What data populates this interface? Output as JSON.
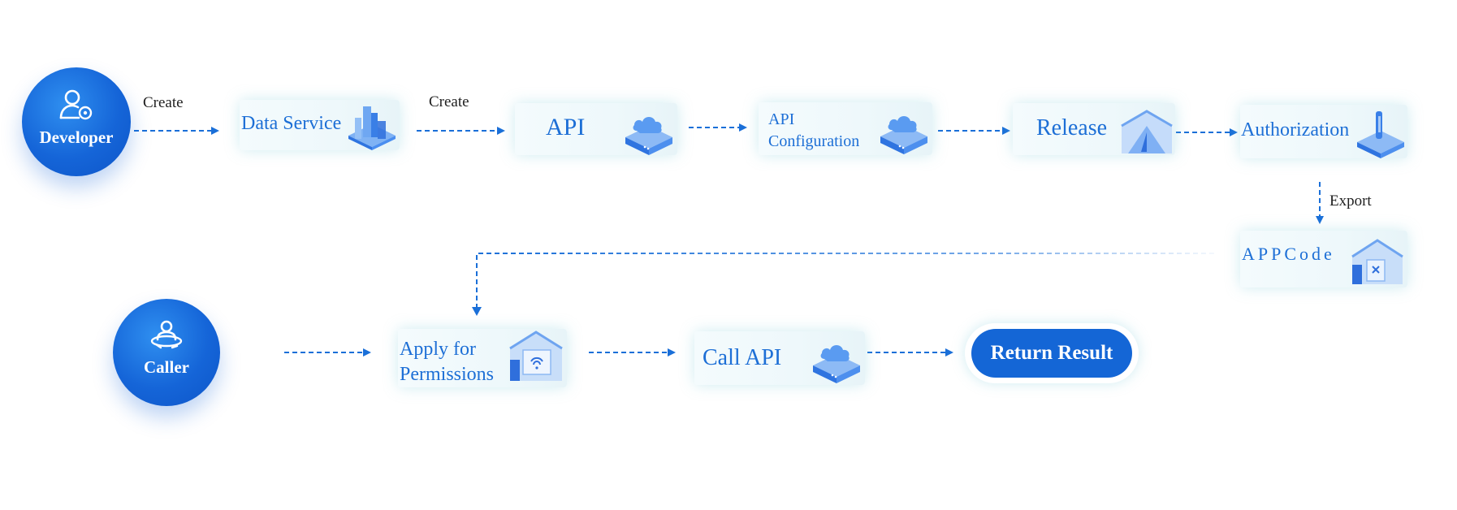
{
  "roles": {
    "developer": {
      "label": "Developer",
      "icon": "user-settings-icon"
    },
    "caller": {
      "label": "Caller",
      "icon": "user-orbit-icon"
    }
  },
  "nodes": {
    "data_service": {
      "label": "Data Service",
      "icon": "database-cube-icon"
    },
    "api": {
      "label": "API",
      "icon": "cloud-server-icon"
    },
    "api_configuration": {
      "line1": "API",
      "line2": "Configuration",
      "icon": "cloud-server-icon"
    },
    "release": {
      "label": "Release",
      "icon": "release-triangle-icon"
    },
    "authorization": {
      "label": "Authorization",
      "icon": "key-box-icon"
    },
    "appcode": {
      "label": "APPCode",
      "icon": "envelope-code-icon"
    },
    "apply_for_permissions": {
      "line1": "Apply for",
      "line2": "Permissions",
      "icon": "envelope-wifi-icon"
    },
    "call_api": {
      "label": "Call API",
      "icon": "cloud-server-icon"
    },
    "return_result": {
      "label": "Return Result"
    }
  },
  "edge_labels": {
    "developer_to_data_service": "Create",
    "data_service_to_api": "Create",
    "authorization_to_appcode": "Export"
  },
  "colors": {
    "primary_blue": "#1466d6",
    "node_label_blue": "#1d6fd6",
    "node_background": "#eef8fb",
    "arrow": "#1a6fd8"
  }
}
